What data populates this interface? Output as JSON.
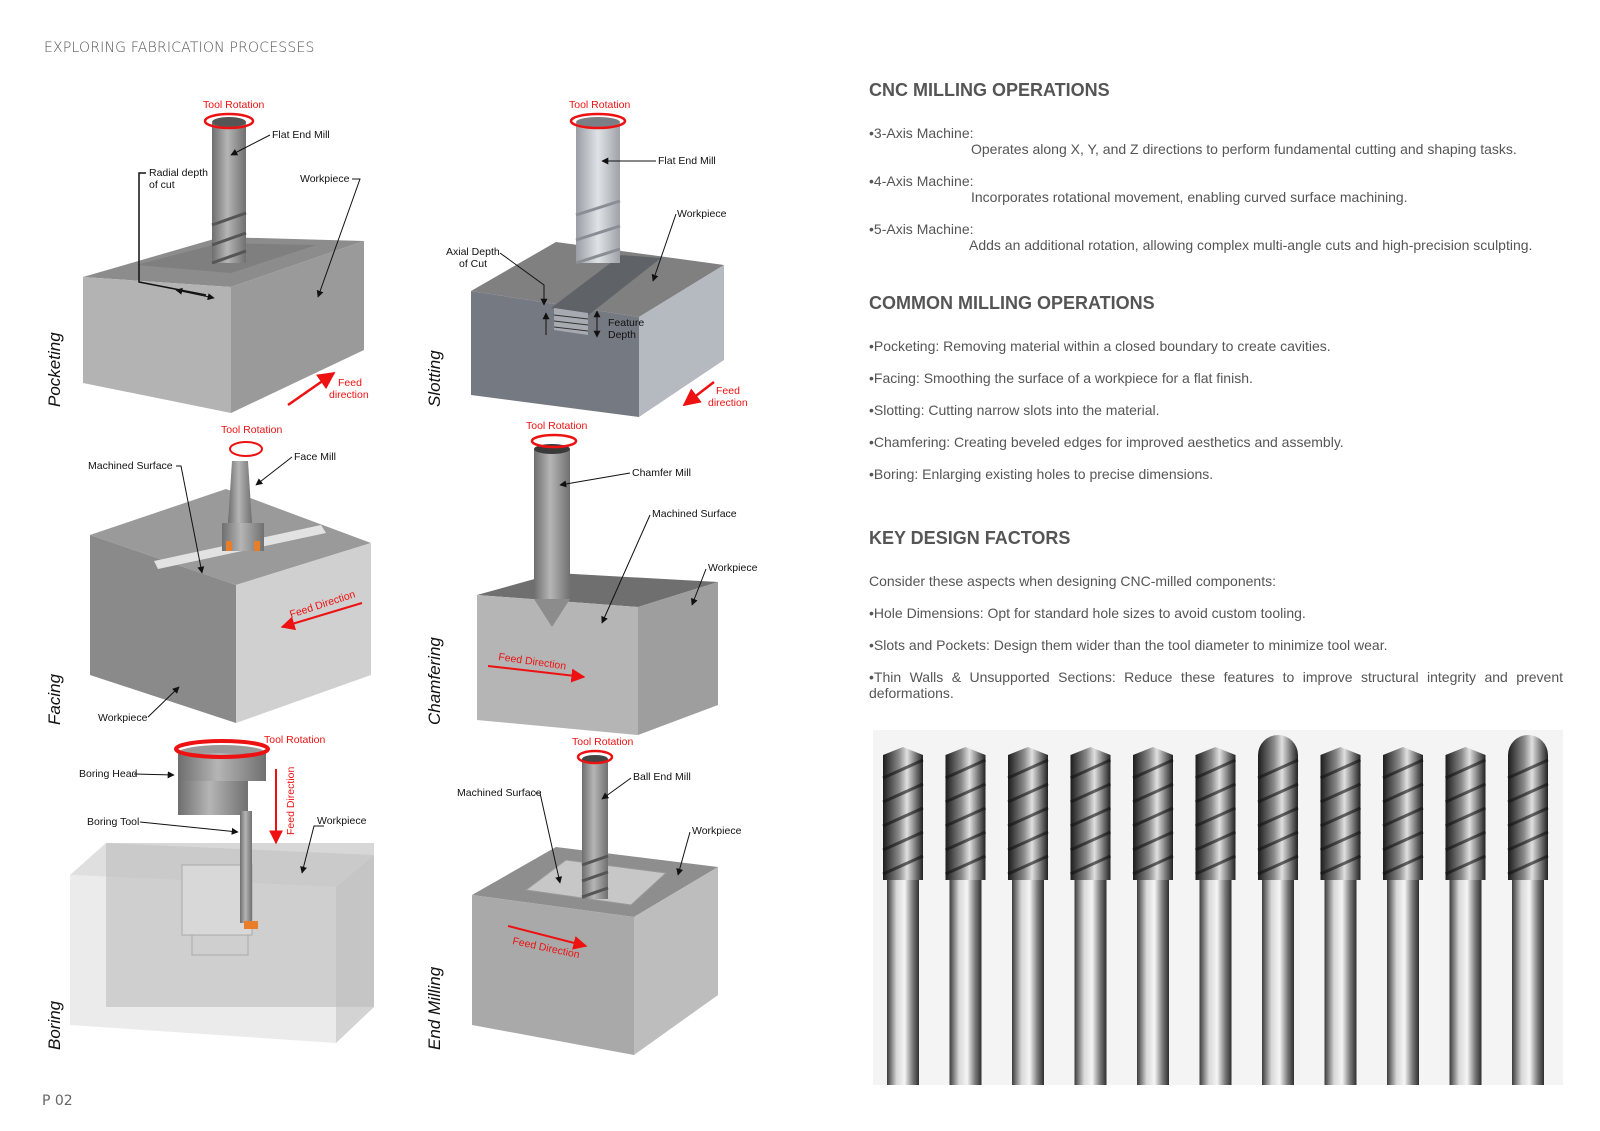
{
  "header": {
    "running_title": "EXPLORING FABRICATION PROCESSES"
  },
  "footer": {
    "page_number": "P 02"
  },
  "diagrams": {
    "pocketing": {
      "title": "Pocketing",
      "tool_rotation": "Tool Rotation",
      "flat_end_mill": "Flat End Mill",
      "radial_depth": "Radial depth",
      "of_cut": "of cut",
      "workpiece": "Workpiece",
      "feed": "Feed",
      "direction": "direction"
    },
    "slotting": {
      "title": "Slotting",
      "tool_rotation": "Tool Rotation",
      "flat_end_mill": "Flat End Mill",
      "workpiece": "Workpiece",
      "axial_depth": "Axial Depth",
      "of_cut": "of Cut",
      "feature": "Feature",
      "depth": "Depth",
      "feed": "Feed",
      "direction": "direction"
    },
    "facing": {
      "title": "Facing",
      "tool_rotation": "Tool Rotation",
      "machined_surface": "Machined Surface",
      "face_mill": "Face Mill",
      "feed_direction": "Feed Direction",
      "workpiece": "Workpiece"
    },
    "chamfering": {
      "title": "Chamfering",
      "tool_rotation": "Tool Rotation",
      "chamfer_mill": "Chamfer Mill",
      "machined_surface": "Machined Surface",
      "workpiece": "Workpiece",
      "feed_direction": "Feed Direction"
    },
    "boring": {
      "title": "Boring",
      "tool_rotation": "Tool Rotation",
      "boring_head": "Boring Head",
      "boring_tool": "Boring Tool",
      "feed_direction": "Feed Direction",
      "workpiece": "Workpiece"
    },
    "end_milling": {
      "title": "End Milling",
      "tool_rotation": "Tool Rotation",
      "ball_end_mill": "Ball End Mill",
      "machined_surface": "Machined Surface",
      "workpiece": "Workpiece",
      "feed_direction": "Feed Direction"
    }
  },
  "cnc": {
    "heading": "CNC MILLING OPERATIONS",
    "machines": [
      {
        "name": "•3-Axis Machine:",
        "desc": "Operates along X, Y, and Z directions to perform fundamental cutting and shaping tasks."
      },
      {
        "name": "•4-Axis Machine:",
        "desc": "Incorporates rotational movement, enabling curved surface machining."
      },
      {
        "name": "•5-Axis Machine:",
        "desc": "Adds an additional rotation, allowing complex multi-angle cuts and high-precision sculpting."
      }
    ]
  },
  "common": {
    "heading": "COMMON MILLING OPERATIONS",
    "items": [
      "•Pocketing: Removing material within a closed boundary to create cavities.",
      "•Facing: Smoothing the surface of a workpiece for a flat finish.",
      "•Slotting: Cutting narrow slots into the material.",
      "•Chamfering: Creating beveled edges for improved aesthetics and assembly.",
      "•Boring: Enlarging existing holes to precise dimensions."
    ]
  },
  "design": {
    "heading": "KEY DESIGN FACTORS",
    "intro": "Consider these aspects when designing CNC-milled components:",
    "items": [
      "•Hole Dimensions: Opt for standard hole sizes to avoid custom tooling.",
      "•Slots and Pockets: Design them wider than the tool diameter to minimize tool wear.",
      "•Thin Walls & Unsupported Sections: Reduce these features to improve structural integrity and prevent deformations."
    ]
  }
}
